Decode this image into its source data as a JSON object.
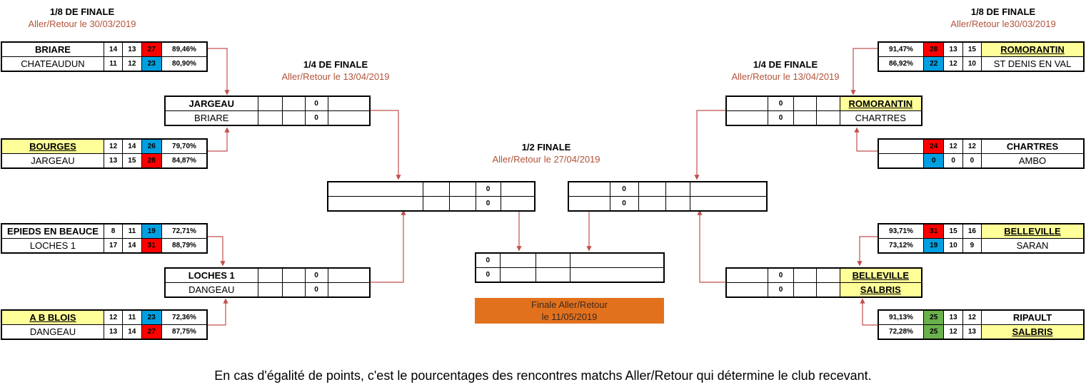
{
  "headers": {
    "r16_left": {
      "title": "1/8 DE FINALE",
      "date": "Aller/Retour le 30/03/2019"
    },
    "r16_right": {
      "title": "1/8 DE FINALE",
      "date": "Aller/Retour le30/03/2019"
    },
    "qf_left": {
      "title": "1/4 DE FINALE",
      "date": "Aller/Retour le 13/04/2019"
    },
    "qf_right": {
      "title": "1/4 DE FINALE",
      "date": "Aller/Retour le 13/04/2019"
    },
    "sf": {
      "title": "1/2 FINALE",
      "date": "Aller/Retour le 27/04/2019"
    }
  },
  "r16_left": [
    {
      "rows": [
        {
          "team": "BRIARE",
          "a": "14",
          "b": "13",
          "pts": "27",
          "pts_color": "red",
          "pct": "89,46%",
          "bold": true
        },
        {
          "team": "CHATEAUDUN",
          "a": "11",
          "b": "12",
          "pts": "23",
          "pts_color": "blue",
          "pct": "80,90%"
        }
      ]
    },
    {
      "rows": [
        {
          "team": "BOURGES",
          "a": "12",
          "b": "14",
          "pts": "26",
          "pts_color": "blue",
          "pct": "79,70%",
          "highlight": true
        },
        {
          "team": "JARGEAU",
          "a": "13",
          "b": "15",
          "pts": "28",
          "pts_color": "red",
          "pct": "84,87%"
        }
      ]
    },
    {
      "rows": [
        {
          "team": "EPIEDS EN BEAUCE",
          "a": "8",
          "b": "11",
          "pts": "19",
          "pts_color": "blue",
          "pct": "72,71%",
          "bold": true
        },
        {
          "team": "LOCHES  1",
          "a": "17",
          "b": "14",
          "pts": "31",
          "pts_color": "red",
          "pct": "88,79%"
        }
      ]
    },
    {
      "rows": [
        {
          "team": "A B BLOIS",
          "a": "12",
          "b": "11",
          "pts": "23",
          "pts_color": "blue",
          "pct": "72,36%",
          "highlight": true
        },
        {
          "team": "DANGEAU",
          "a": "13",
          "b": "14",
          "pts": "27",
          "pts_color": "red",
          "pct": "87,75%"
        }
      ]
    }
  ],
  "r16_right": [
    {
      "rows": [
        {
          "team": "ROMORANTIN",
          "a": "13",
          "b": "15",
          "pts": "28",
          "pts_color": "red",
          "pct": "91,47%",
          "highlight": true
        },
        {
          "team": "ST DENIS EN VAL",
          "a": "12",
          "b": "10",
          "pts": "22",
          "pts_color": "blue",
          "pct": "86,92%"
        }
      ]
    },
    {
      "rows": [
        {
          "team": "CHARTRES",
          "a": "12",
          "b": "12",
          "pts": "24",
          "pts_color": "red",
          "pct": "",
          "bold": true
        },
        {
          "team": "AMBO",
          "a": "0",
          "b": "0",
          "pts": "0",
          "pts_color": "blue",
          "pct": ""
        }
      ]
    },
    {
      "rows": [
        {
          "team": "BELLEVILLE",
          "a": "15",
          "b": "16",
          "pts": "31",
          "pts_color": "red",
          "pct": "93,71%",
          "highlight": true
        },
        {
          "team": "SARAN",
          "a": "10",
          "b": "9",
          "pts": "19",
          "pts_color": "blue",
          "pct": "73,12%"
        }
      ]
    },
    {
      "rows": [
        {
          "team": "RIPAULT",
          "a": "13",
          "b": "12",
          "pts": "25",
          "pts_color": "green",
          "pct": "91,13%",
          "bold": true
        },
        {
          "team": "SALBRIS",
          "a": "12",
          "b": "13",
          "pts": "25",
          "pts_color": "green",
          "pct": "72,28%",
          "highlight": true
        }
      ]
    }
  ],
  "qf_left": [
    {
      "rows": [
        {
          "team": "JARGEAU",
          "score": "0",
          "bold": true
        },
        {
          "team": "BRIARE",
          "score": "0"
        }
      ]
    },
    {
      "rows": [
        {
          "team": "LOCHES 1",
          "score": "0",
          "bold": true
        },
        {
          "team": "DANGEAU",
          "score": "0"
        }
      ]
    }
  ],
  "qf_right": [
    {
      "rows": [
        {
          "team": "ROMORANTIN",
          "score": "0",
          "highlight": true
        },
        {
          "team": "CHARTRES",
          "score": "0"
        }
      ]
    },
    {
      "rows": [
        {
          "team": "BELLEVILLE",
          "score": "0",
          "highlight": true
        },
        {
          "team": "SALBRIS",
          "score": "0",
          "highlight": true
        }
      ]
    }
  ],
  "sf_left": {
    "rows": [
      {
        "team": "",
        "score": "0"
      },
      {
        "team": "",
        "score": "0"
      }
    ]
  },
  "sf_right": {
    "rows": [
      {
        "team": "",
        "score": "0"
      },
      {
        "team": "",
        "score": "0"
      }
    ]
  },
  "final": {
    "rows": [
      {
        "team": "",
        "score": "0"
      },
      {
        "team": "",
        "score": "0"
      }
    ]
  },
  "final_label": {
    "line1": "Finale Aller/Retour",
    "line2": "le 11/05/2019"
  },
  "footnote": "En cas d'égalité de points, c'est le pourcentages des rencontres matchs Aller/Retour qui détermine le club recevant.",
  "colors": {
    "red": "#ff0000",
    "blue": "#00a0e0",
    "green": "#6ab04c",
    "highlight": "#ffff99",
    "connector": "#c0504d",
    "date": "#b2533a",
    "finale": "#e2711d"
  }
}
